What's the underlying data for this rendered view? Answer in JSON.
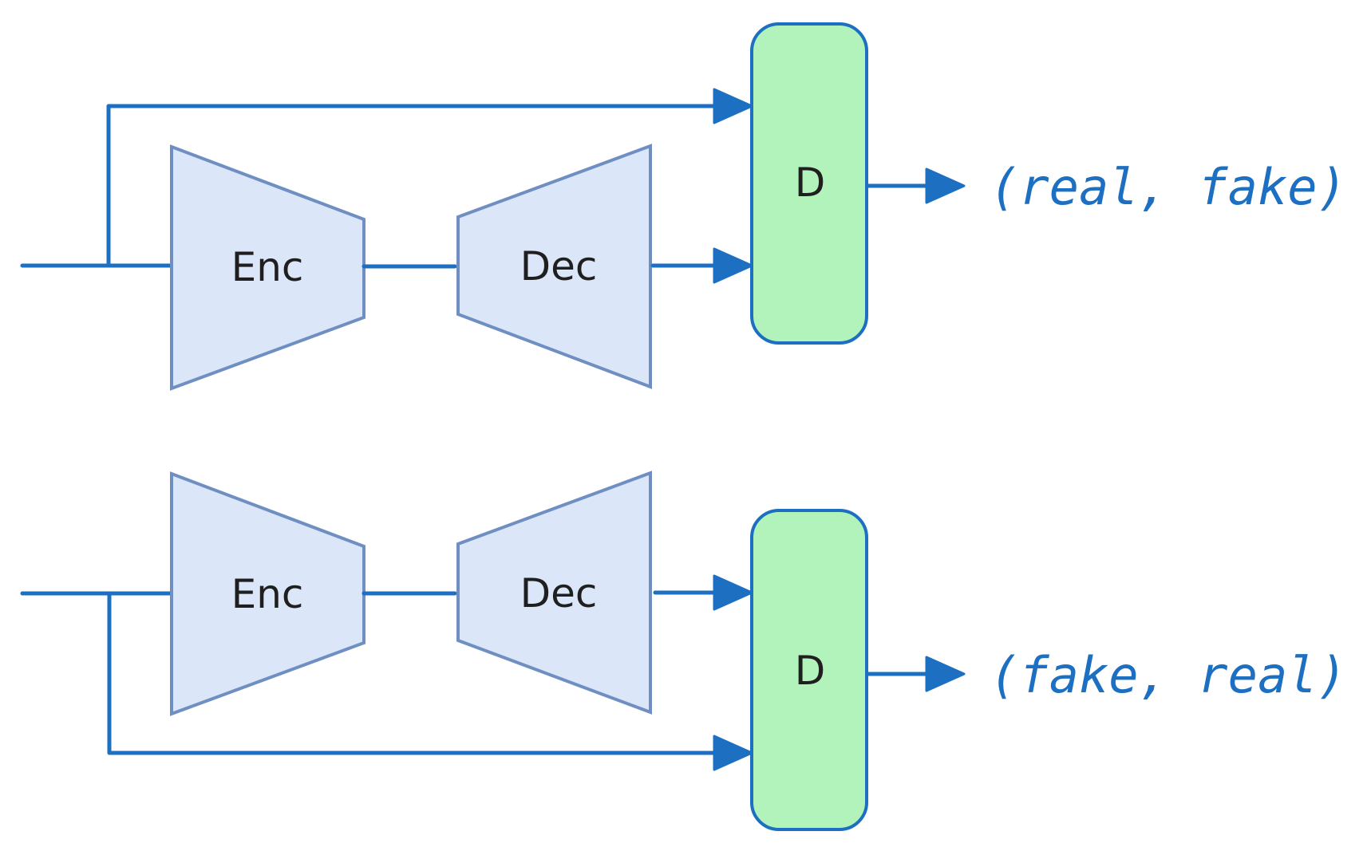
{
  "colors": {
    "line": "#1c6fc1",
    "block_fill": "#dbe7f8",
    "block_stroke": "#6f8fc3",
    "discriminator_fill": "#b2f2bb",
    "discriminator_stroke": "#1c6fc1",
    "output_text": "#1c6fc1"
  },
  "top_row": {
    "encoder_label": "Enc",
    "decoder_label": "Dec",
    "discriminator_label": "D",
    "output_label": "(real, fake)"
  },
  "bottom_row": {
    "encoder_label": "Enc",
    "decoder_label": "Dec",
    "discriminator_label": "D",
    "output_label": "(fake, real)"
  }
}
